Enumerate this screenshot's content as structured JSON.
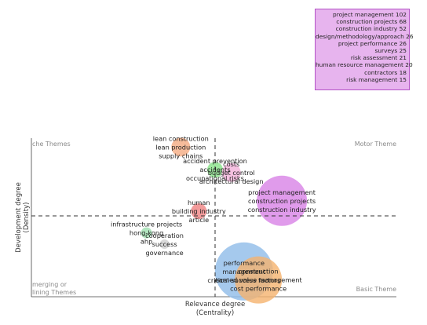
{
  "legend": {
    "entries": [
      "project management 102",
      "construction projects 68",
      "construction industry 52",
      "design/methodology/approach 26",
      "project performance 26",
      "surveys 25",
      "risk assessment 21",
      "human resource management 20",
      "contractors 18",
      "risk management 15"
    ]
  },
  "chart_data": {
    "type": "scatter",
    "xlabel": [
      "Relevance degree",
      "(Centrality)"
    ],
    "ylabel": [
      "Development degree",
      "(Density)"
    ],
    "quadrants": {
      "top_left": "che Themes",
      "top_right": "Motor Theme",
      "bottom_left": [
        "merging or",
        "lining Themes"
      ],
      "bottom_right": "Basic Theme"
    },
    "clusters": [
      {
        "id": "c1",
        "color": "#f5b08a",
        "opacity": 0.85,
        "x": -0.19,
        "y": 0.73,
        "r": 0.12,
        "labels": [
          "lean construction",
          "lean production",
          "supply chains"
        ]
      },
      {
        "id": "c2",
        "color": "#7fe07f",
        "opacity": 0.75,
        "x": 0.0,
        "y": 0.49,
        "r": 0.1,
        "labels": [
          "accident prevention",
          "accidents",
          "occupational risks"
        ]
      },
      {
        "id": "c3",
        "color": "#f3b6dc",
        "opacity": 0.85,
        "x": 0.09,
        "y": 0.46,
        "r": 0.12,
        "labels": [
          "costs",
          "budget control",
          "architectural design"
        ]
      },
      {
        "id": "c4",
        "color": "#da8ae8",
        "opacity": 0.85,
        "x": 0.37,
        "y": 0.16,
        "r": 0.32,
        "labels": [
          "project management",
          "construction projects",
          "construction industry"
        ]
      },
      {
        "id": "c5",
        "color": "#f08a8a",
        "opacity": 0.85,
        "x": -0.09,
        "y": 0.05,
        "r": 0.1,
        "labels": [
          "human",
          "building industry",
          "article"
        ]
      },
      {
        "id": "c6",
        "color": "#9fe0b0",
        "opacity": 0.8,
        "x": -0.38,
        "y": -0.18,
        "r": 0.07,
        "labels": [
          "infrastructure projects",
          "hong-kong",
          "ahp"
        ]
      },
      {
        "id": "c7",
        "color": "#cfcfcf",
        "opacity": 0.8,
        "x": -0.28,
        "y": -0.3,
        "r": 0.06,
        "labels": [
          "cooperation",
          "success",
          "governance"
        ]
      },
      {
        "id": "c8",
        "color": "#95bfea",
        "opacity": 0.85,
        "x": 0.16,
        "y": -0.59,
        "r": 0.37,
        "labels": [
          "performance",
          "management",
          "critical success factors"
        ]
      },
      {
        "id": "c9",
        "color": "#f5b36e",
        "opacity": 0.8,
        "x": 0.24,
        "y": -0.68,
        "r": 0.3,
        "labels": [
          "construction",
          "earned value management",
          "cost performance"
        ]
      }
    ]
  }
}
